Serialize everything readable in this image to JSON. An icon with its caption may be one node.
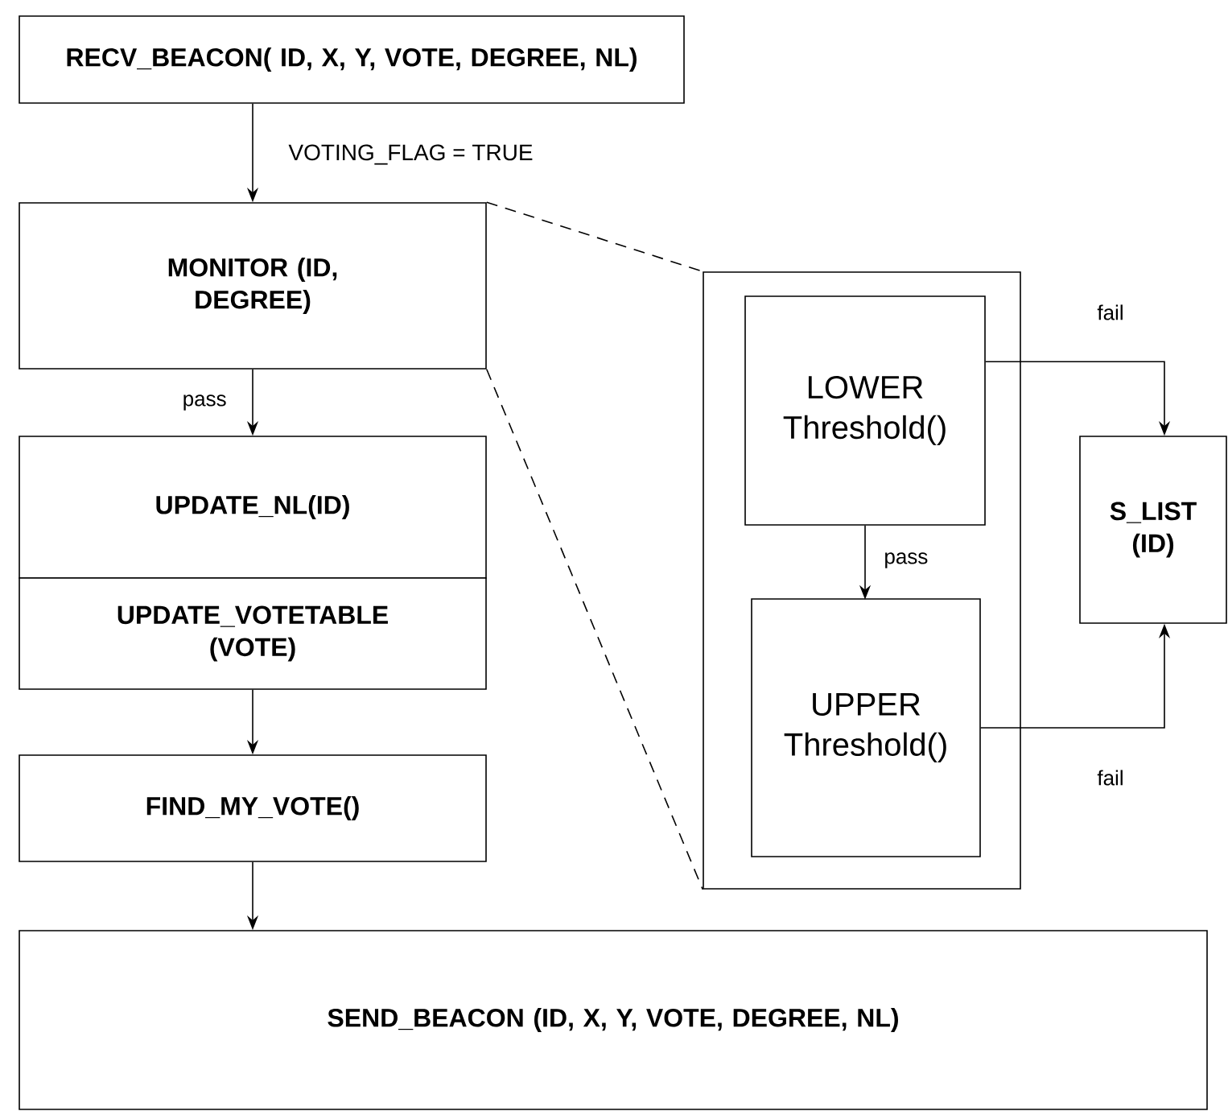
{
  "diagram": {
    "nodes": [
      {
        "text": [
          "RECV_BEACON( ID, X, Y, VOTE, DEGREE, NL)"
        ]
      },
      {
        "text": [
          "MONITOR (ID, DEGREE)"
        ]
      },
      {
        "text": [
          "UPDATE_NL(ID)"
        ]
      },
      {
        "text": [
          "UPDATE_VOTETABLE (VOTE)"
        ]
      },
      {
        "text": [
          "FIND_MY_VOTE()"
        ]
      },
      {
        "text": [
          "SEND_BEACON (ID, X, Y, VOTE, DEGREE, NL)"
        ]
      },
      {
        "text": [],
        "shape": "box"
      },
      {
        "text": [
          "LOWER Threshold()"
        ],
        "in": 6
      },
      {
        "text": [
          "UPPER Threshold()"
        ],
        "in": 6
      },
      {
        "text": [
          "S_LIST (ID)"
        ]
      }
    ],
    "edges": [
      {
        "from": 0,
        "to": 1,
        "arrow": "to",
        "label": "VOTING_FLAG = TRUE"
      },
      {
        "from": 1,
        "to": 2,
        "arrow": "to",
        "label": "pass"
      },
      {
        "from": 3,
        "to": 4,
        "arrow": "to"
      },
      {
        "from": 4,
        "to": 5,
        "arrow": "to"
      },
      {
        "from": 1,
        "to": 6,
        "arrow": "none",
        "style": "dashed"
      },
      {
        "from": 7,
        "to": 8,
        "arrow": "to",
        "label": "pass"
      },
      {
        "from": 7,
        "to": 9,
        "arrow": "to",
        "label": "fail"
      },
      {
        "from": 8,
        "to": 9,
        "arrow": "to",
        "label": "fail"
      }
    ]
  }
}
